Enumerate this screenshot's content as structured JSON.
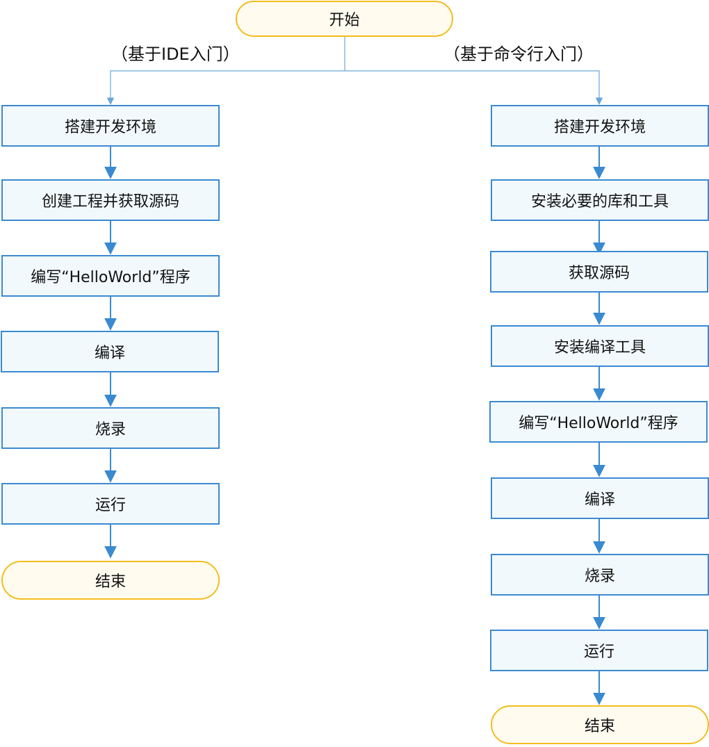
{
  "start": "开始",
  "branches": {
    "left_label": "（基于IDE入门）",
    "right_label": "（基于命令行入门）"
  },
  "left_steps": [
    "搭建开发环境",
    "创建工程并获取源码",
    "编写“HelloWorld”程序",
    "编译",
    "烧录",
    "运行"
  ],
  "left_end": "结束",
  "right_steps": [
    "搭建开发环境",
    "安装必要的库和工具",
    "获取源码",
    "安装编译工具",
    "编写“HelloWorld”程序",
    "编译",
    "烧录",
    "运行"
  ],
  "right_end": "结束",
  "colors": {
    "step_fill": "#f2f9fd",
    "step_border": "#3a8ad0",
    "terminal_fill": "#fffbef",
    "terminal_border": "#f4bd1d",
    "connector": "#3a8ad0"
  }
}
